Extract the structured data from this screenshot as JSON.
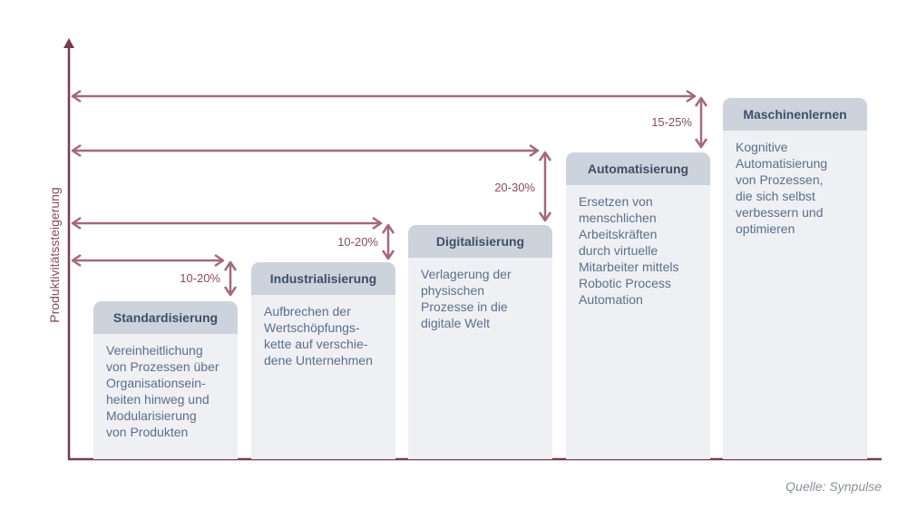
{
  "diagram": {
    "y_axis_label": "Produktivitätssteigerung",
    "source": "Quelle: Synpulse",
    "colors": {
      "accent": "#a16a7c",
      "axis": "#7a3a50",
      "header_fill": "#cdd3dc",
      "body_fill": "#eef0f4",
      "header_text": "#3f4f66",
      "body_text": "#5d6f88"
    },
    "stages": [
      {
        "title": "Standardisierung",
        "description": "Vereinheitlichung\nvon Prozessen über\nOrganisationsein-\nheiten hinweg und\nModularisierung\nvon Produkten",
        "increase": "10-20%"
      },
      {
        "title": "Industrialisierung",
        "description": "Aufbrechen der\nWertschöpfungs-\nkette auf verschie-\ndene Unternehmen",
        "increase": "10-20%"
      },
      {
        "title": "Digitalisierung",
        "description": "Verlagerung der\nphysischen\nProzesse in die\ndigitale Welt",
        "increase": "20-30%"
      },
      {
        "title": "Automatisierung",
        "description": "Ersetzen von\nmenschlichen\nArbeitskräften\ndurch virtuelle\nMitarbeiter mittels\nRobotic Process\nAutomation",
        "increase": "15-25%"
      },
      {
        "title": "Maschinenlernen",
        "description": "Kognitive\nAutomatisierung\nvon Prozessen,\ndie sich selbst\nverbessern und\noptimieren"
      }
    ]
  }
}
